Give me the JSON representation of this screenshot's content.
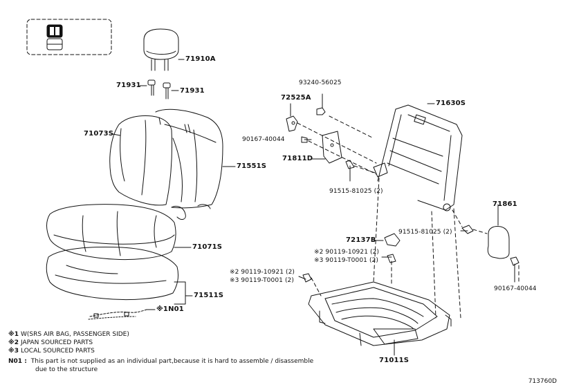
{
  "parts": {
    "headrest": "71910A",
    "guide_left": "71931",
    "guide_right": "71931",
    "back_cover": "71073S",
    "back_pad": "71551S",
    "cushion_cover": "71071S",
    "cushion_pad": "71511S",
    "wire_n01": "※1N01",
    "bolt_top": "93240-56025",
    "lock_lever": "72525A",
    "frame_back": "71630S",
    "screw_left": "90167-40044",
    "cover_mid": "71811D",
    "bolt_mid": "91515-81025 (2)",
    "cover_right": "71861",
    "bolt_right": "91515-81025 (2)",
    "hinge_cover": "72137B",
    "bolt_pair_a1": "※2 90119-10921 (2)",
    "bolt_pair_a2": "※3 90119-T0001 (2)",
    "bolt_pair_b1": "※2 90119-10921 (2)",
    "bolt_pair_b2": "※3 90119-T0001 (2)",
    "screw_right": "90167-40044",
    "cushion_frame": "71011S"
  },
  "notes": {
    "n1_mark": "※1",
    "n1": "W(SRS AIR BAG, PASSENGER SIDE)",
    "n2_mark": "※2",
    "n2": "JAPAN SOURCED PARTS",
    "n3_mark": "※3",
    "n3": "LOCAL SOURCED PARTS",
    "n01_mark": "N01 :",
    "n01_line1": "This part is not supplied as an individual part,because it is hard to assemble / disassemble",
    "n01_line2": "due to the structure"
  },
  "doc_id": "713760D"
}
